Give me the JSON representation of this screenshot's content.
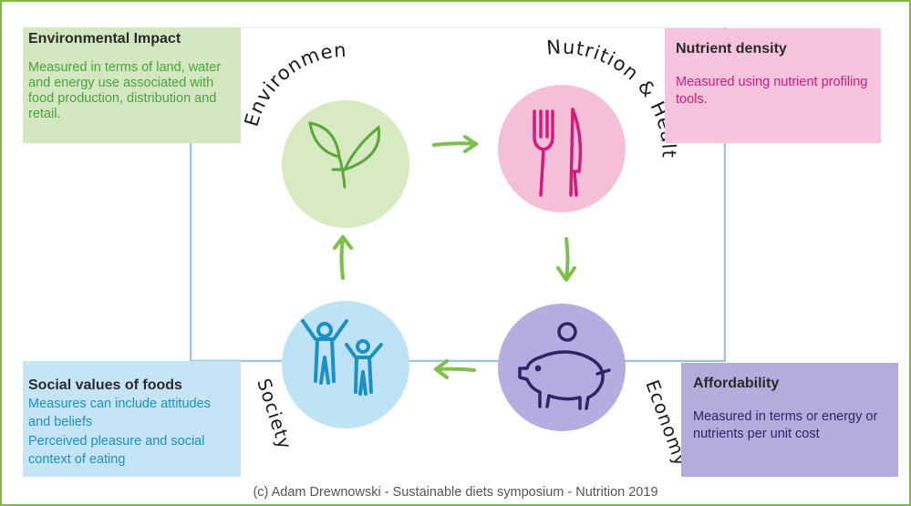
{
  "boxes": {
    "environmental": {
      "title": "Environmental Impact",
      "body": "Measured in terms of land, water and energy use associated with food production, distribution and retail."
    },
    "nutrient": {
      "title": "Nutrient density",
      "body": "Measured using nutrient profiling tools."
    },
    "social": {
      "title": "Social values of foods",
      "line1": "Measures can include attitudes and beliefs",
      "line2": "Perceived pleasure and social context of eating"
    },
    "affordability": {
      "title": "Affordability",
      "body": "Measured in terms or energy or nutrients per unit cost"
    }
  },
  "circles": {
    "environment": {
      "label": "Environment",
      "icon": "leaves-icon"
    },
    "nutrition": {
      "label": "Nutrition & Health",
      "icon": "fork-knife-icon"
    },
    "society": {
      "label": "Society",
      "icon": "people-icon"
    },
    "economy": {
      "label": "Economy",
      "icon": "piggy-bank-icon"
    }
  },
  "colors": {
    "green": "#4aa43c",
    "pink": "#d31b7d",
    "blue": "#1a90c7",
    "purple": "#2e2568",
    "arrow": "#7cc04a"
  },
  "credit": "(c) Adam Drewnowski -  Sustainable diets symposium - Nutrition 2019"
}
